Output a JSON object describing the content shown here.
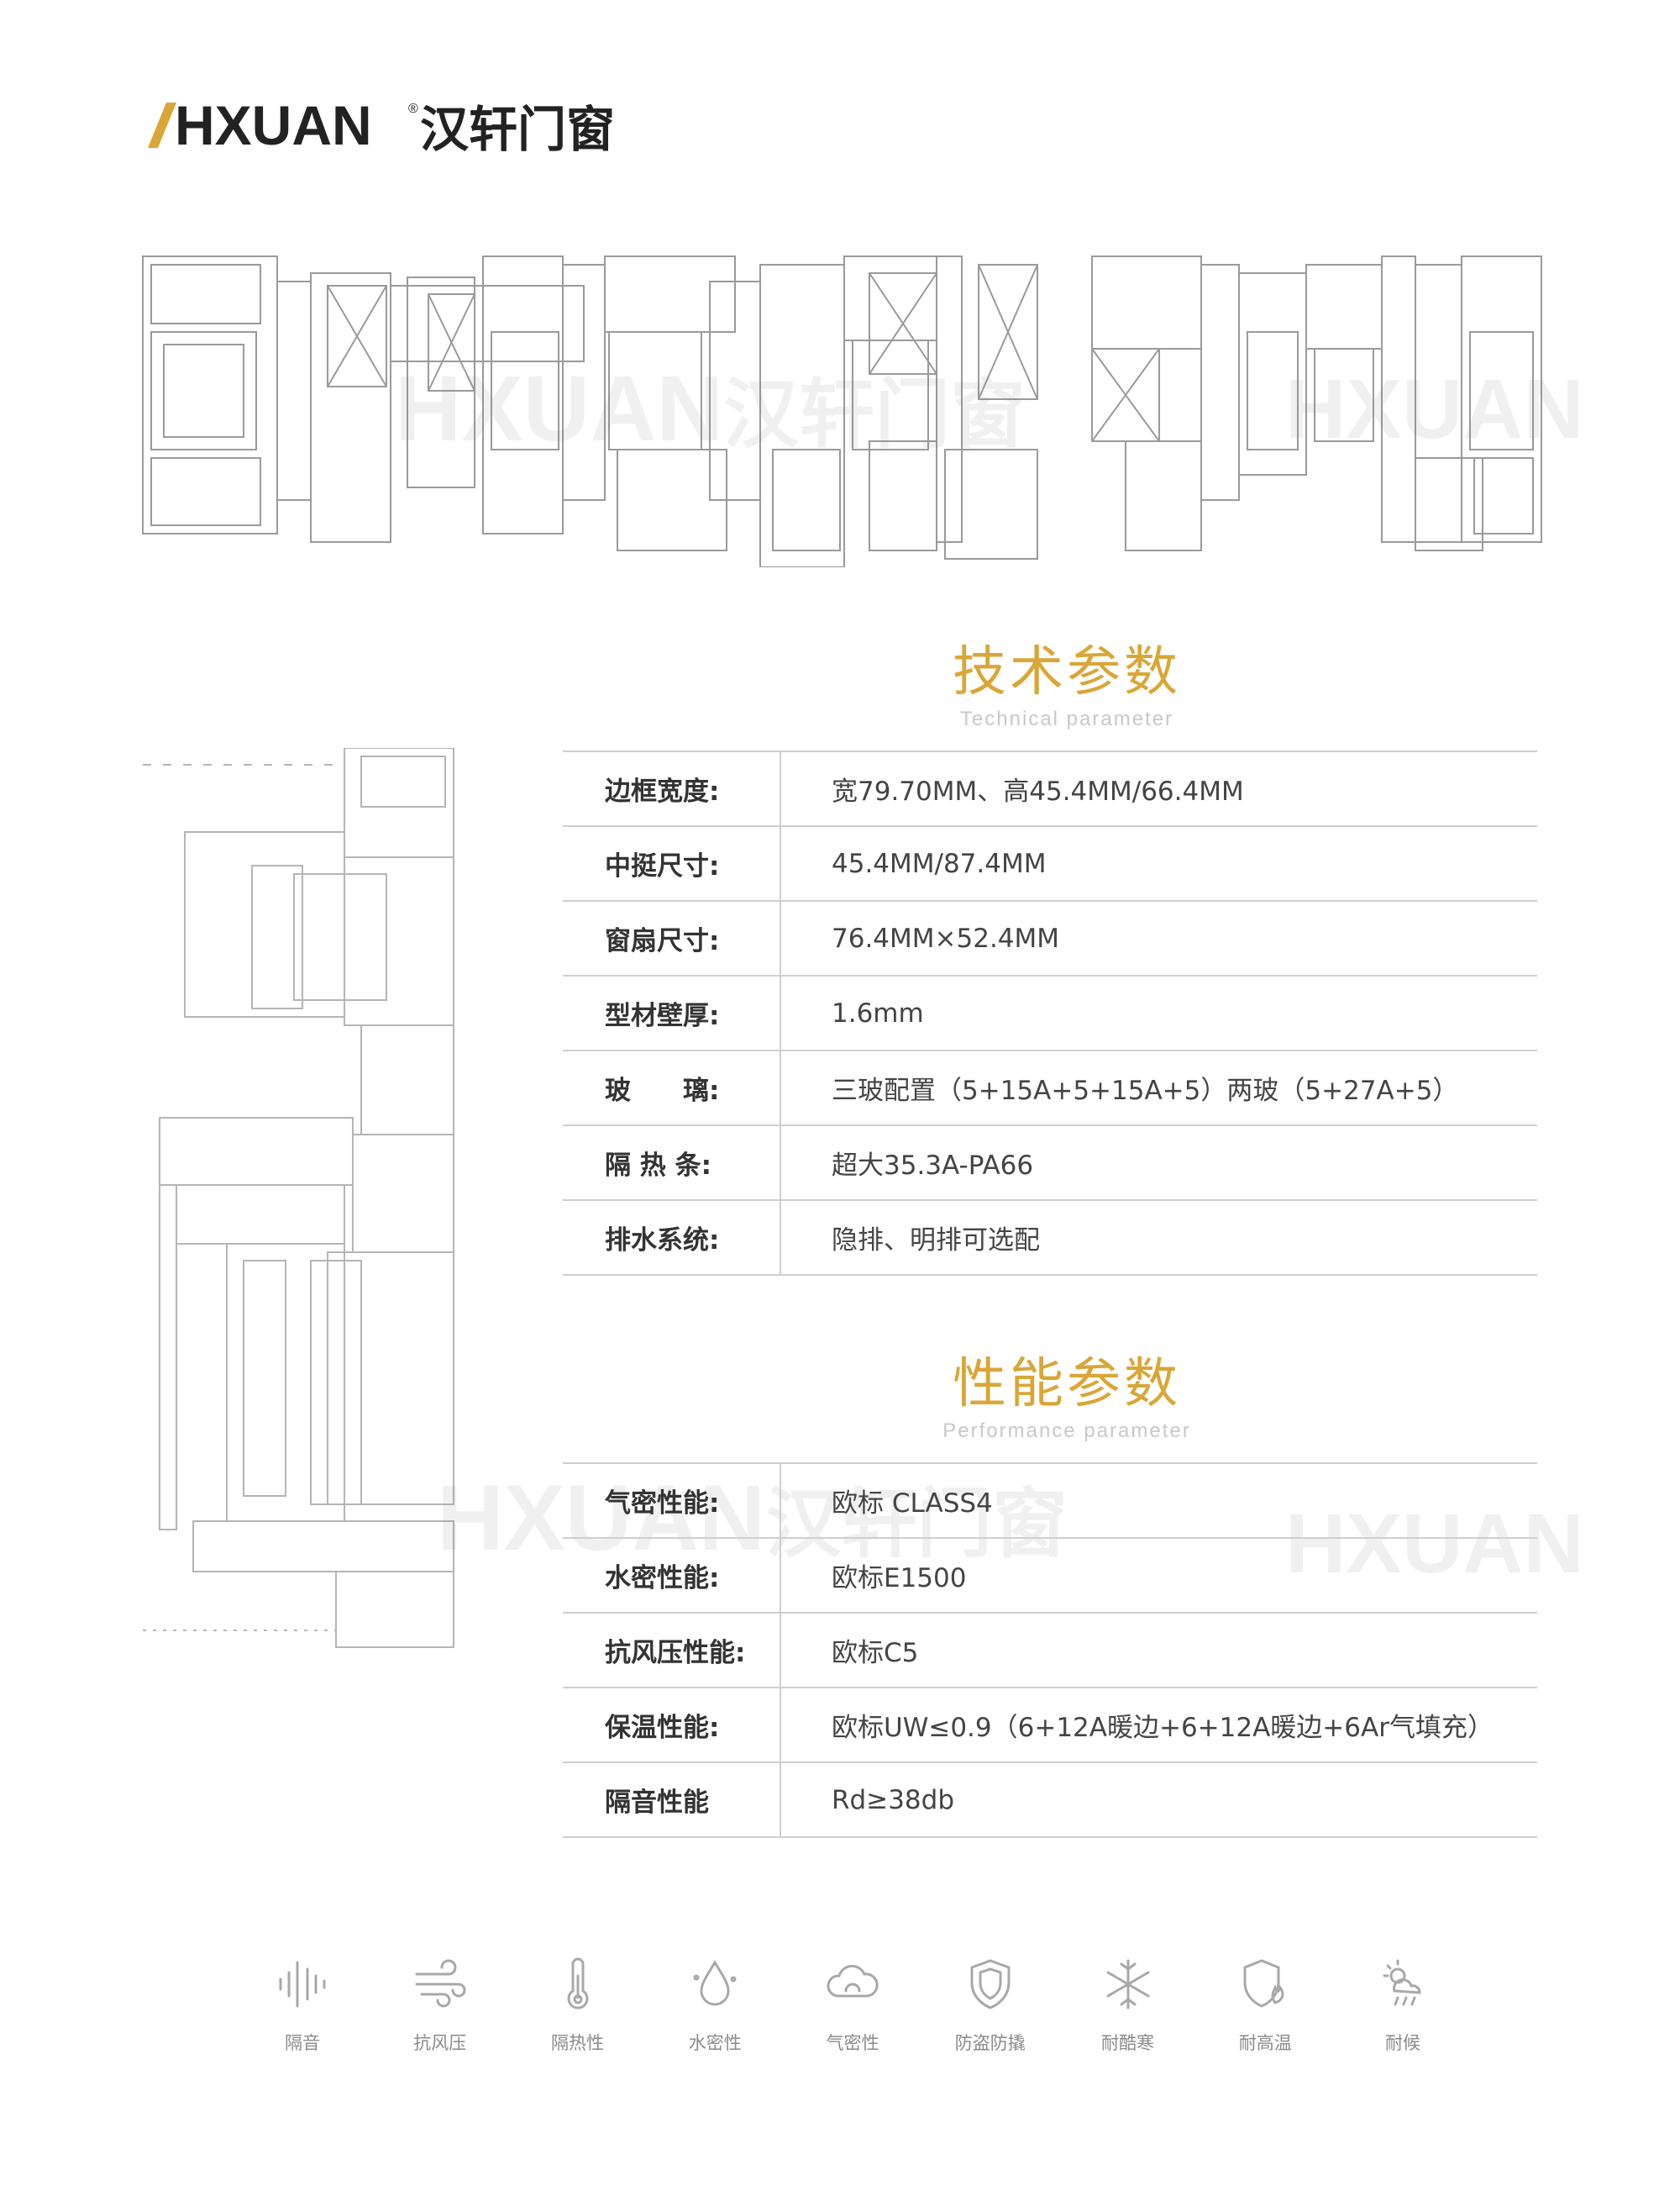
{
  "brand": {
    "logo_en": "HXUAN",
    "logo_cn": "汉轩门窗",
    "registered": "®"
  },
  "watermark": {
    "text_en": "HXUAN",
    "text_cn": "汉轩门窗"
  },
  "technical": {
    "title": "技术参数",
    "subtitle": "Technical parameter",
    "rows": [
      {
        "label": "边框宽度:",
        "value": "宽79.70MM、高45.4MM/66.4MM"
      },
      {
        "label": "中挺尺寸:",
        "value": "45.4MM/87.4MM"
      },
      {
        "label": "窗扇尺寸:",
        "value": "76.4MM×52.4MM"
      },
      {
        "label": "型材壁厚:",
        "value": "1.6mm"
      },
      {
        "label": "玻　　璃:",
        "value": "三玻配置（5+15A+5+15A+5）两玻（5+27A+5）"
      },
      {
        "label": "隔 热 条:",
        "value": "超大35.3A-PA66"
      },
      {
        "label": "排水系统:",
        "value": "隐排、明排可选配"
      }
    ]
  },
  "performance": {
    "title": "性能参数",
    "subtitle": "Performance parameter",
    "rows": [
      {
        "label": "气密性能:",
        "value": "欧标 CLASS4"
      },
      {
        "label": "水密性能:",
        "value": "欧标E1500"
      },
      {
        "label": "抗风压性能:",
        "value": "欧标C5"
      },
      {
        "label": "保温性能:",
        "value": "欧标UW≤0.9（6+12A暖边+6+12A暖边+6Ar气填充）"
      },
      {
        "label": "隔音性能",
        "value": "Rd≥38db"
      }
    ]
  },
  "features": [
    {
      "icon": "sound-insulation-icon",
      "label": "隔音"
    },
    {
      "icon": "wind-resistance-icon",
      "label": "抗风压"
    },
    {
      "icon": "thermometer-icon",
      "label": "隔热性"
    },
    {
      "icon": "water-drop-icon",
      "label": "水密性"
    },
    {
      "icon": "cloud-icon",
      "label": "气密性"
    },
    {
      "icon": "shield-icon",
      "label": "防盗防撬"
    },
    {
      "icon": "snowflake-icon",
      "label": "耐酷寒"
    },
    {
      "icon": "flame-shield-icon",
      "label": "耐高温"
    },
    {
      "icon": "sun-rain-icon",
      "label": "耐候"
    }
  ],
  "colors": {
    "accent": "#d9a637",
    "text": "#333333",
    "line": "#cfcfcf",
    "icon": "#a8a8a8"
  }
}
